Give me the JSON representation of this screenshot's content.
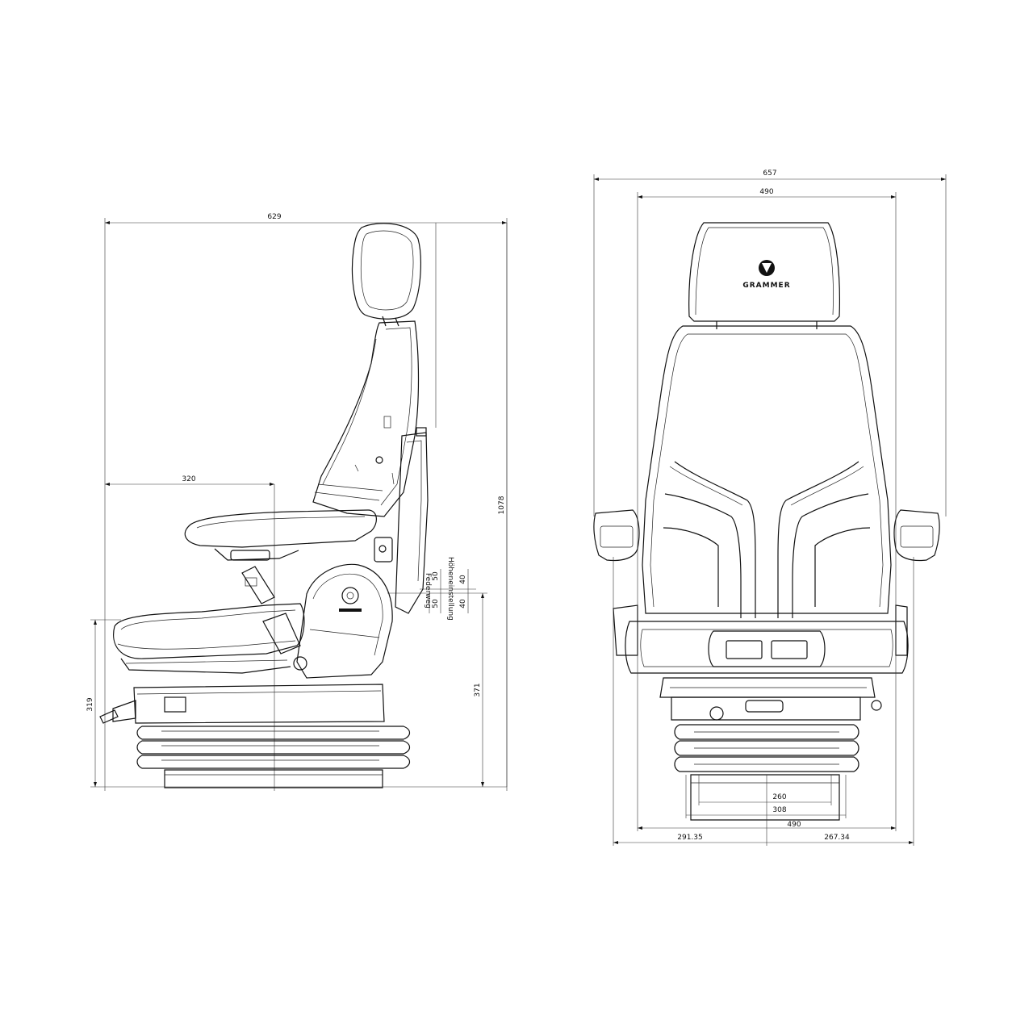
{
  "side_view": {
    "dimensions": {
      "overall_depth": "629",
      "seat_depth": "320",
      "overall_height": "1078",
      "base_height": "319",
      "seat_height": "371",
      "federweg_a": "50",
      "federweg_b": "50",
      "hoehen_a": "40",
      "hoehen_b": "40"
    },
    "labels": {
      "federweg": "Federweg",
      "hoeheneinstellung": "Höheneinstellung"
    }
  },
  "front_view": {
    "logo_text": "GRAMMER",
    "dimensions": {
      "overall_width": "657",
      "backrest_width": "490",
      "base_260": "260",
      "base_308": "308",
      "base_490": "490",
      "left_offset": "291.35",
      "right_offset": "267.34"
    }
  }
}
